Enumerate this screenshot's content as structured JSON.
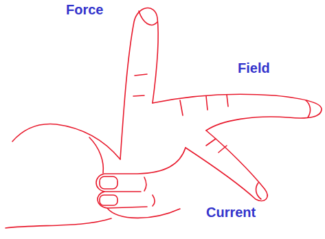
{
  "diagram": {
    "labels": [
      "Force",
      "Field",
      "Current"
    ]
  }
}
